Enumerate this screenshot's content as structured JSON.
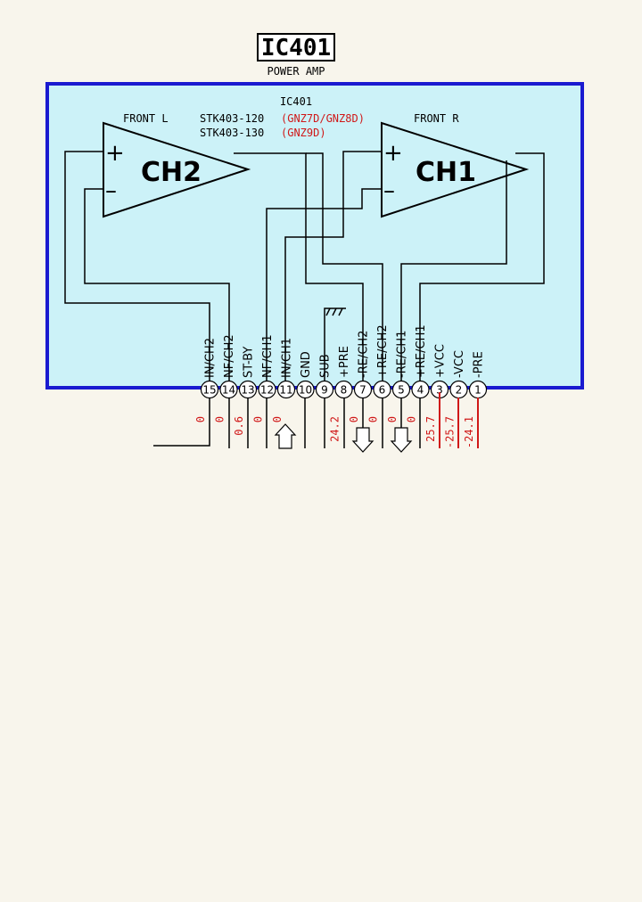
{
  "ic": {
    "name": "IC401",
    "function": "POWER AMP",
    "inner_name": "IC401",
    "part1": "STK403-120",
    "part1_variant": "(GNZ7D/GNZ8D)",
    "part2": "STK403-130",
    "part2_variant": "(GNZ9D)"
  },
  "channels": [
    {
      "label": "CH2",
      "position": "FRONT L",
      "plus": "+",
      "minus": "–"
    },
    {
      "label": "CH1",
      "position": "FRONT R",
      "plus": "+",
      "minus": "–"
    }
  ],
  "pins": [
    {
      "num": "15",
      "name": "IN/CH2",
      "voltage": "0"
    },
    {
      "num": "14",
      "name": "NF/CH2",
      "voltage": "0"
    },
    {
      "num": "13",
      "name": "ST-BY",
      "voltage": "0.6"
    },
    {
      "num": "12",
      "name": "NF/CH1",
      "voltage": "0"
    },
    {
      "num": "11",
      "name": "IN/CH1",
      "voltage": "0"
    },
    {
      "num": "10",
      "name": "GND",
      "voltage": ""
    },
    {
      "num": "9",
      "name": "SUB",
      "voltage": ""
    },
    {
      "num": "8",
      "name": "+PRE",
      "voltage": "24.2"
    },
    {
      "num": "7",
      "name": "-RE/CH2",
      "voltage": "0"
    },
    {
      "num": "6",
      "name": "+RE/CH2",
      "voltage": "0"
    },
    {
      "num": "5",
      "name": "-RE/CH1",
      "voltage": "0"
    },
    {
      "num": "4",
      "name": "+RE/CH1",
      "voltage": "0"
    },
    {
      "num": "3",
      "name": "+VCC",
      "voltage": "25.7"
    },
    {
      "num": "2",
      "name": "-VCC",
      "voltage": "-25.7"
    },
    {
      "num": "1",
      "name": "-PRE",
      "voltage": "-24.1"
    }
  ],
  "colors": {
    "frame": "#1a1ad0",
    "fill": "#ccf2f8",
    "voltage": "#d01818",
    "background": "#f8f5ec"
  }
}
